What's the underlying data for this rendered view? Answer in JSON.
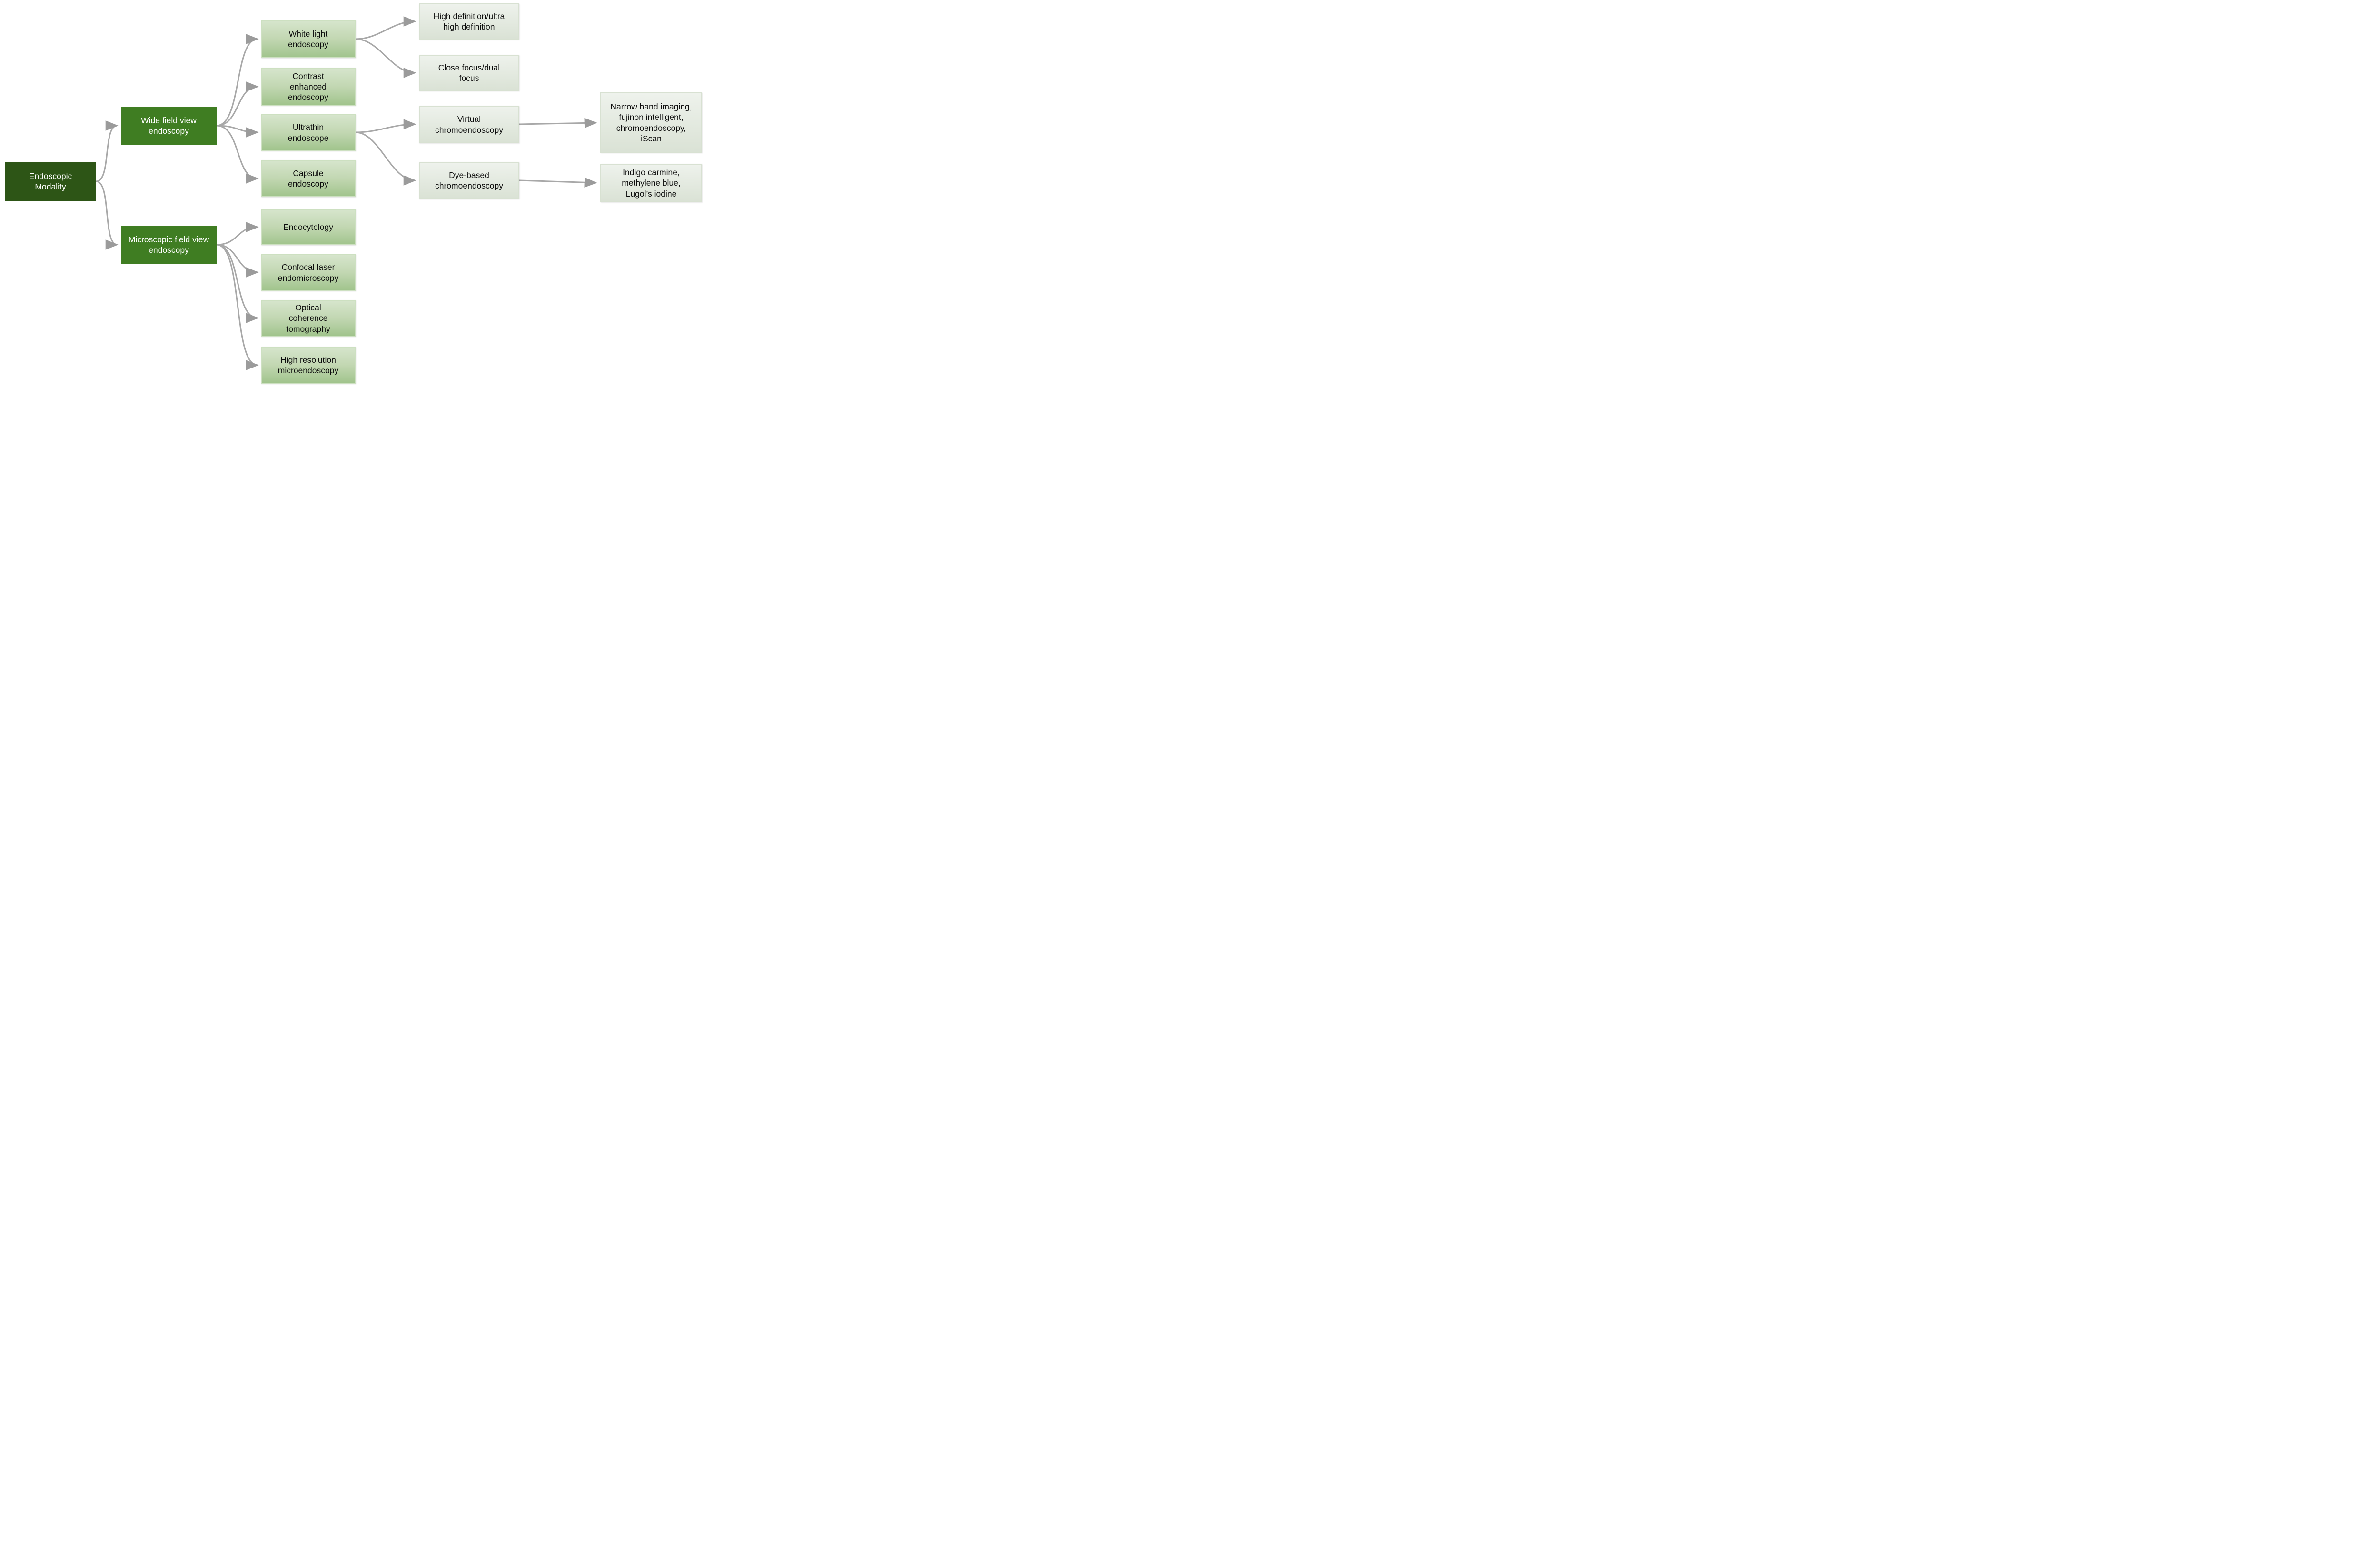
{
  "diagram": {
    "type": "flowchart-tree",
    "background": "#ffffff",
    "colors": {
      "root_box": "#2d5516",
      "branch_box": "#3f7d22",
      "leaf_box_top": "#d6e5cc",
      "leaf_box_bottom": "#a1c48d",
      "sub_leaf_box_top": "#eef2ec",
      "sub_leaf_box_bottom": "#dae2d5",
      "arrow": "#a8a8a8",
      "text_on_dark": "#ffffff",
      "text_on_light": "#0d0d0d"
    },
    "nodes": {
      "root": {
        "label": "Endoscopic Modality",
        "level": 1
      },
      "wide": {
        "label": "Wide field view endoscopy",
        "level": 2
      },
      "micro": {
        "label": "Microscopic field view endoscopy",
        "level": 2
      },
      "white": {
        "label": "White light endoscopy",
        "level": 3
      },
      "contrast": {
        "label": "Contrast enhanced endoscopy",
        "level": 3
      },
      "ultrathin": {
        "label": "Ultrathin endoscope",
        "level": 3
      },
      "capsule": {
        "label": "Capsule endoscopy",
        "level": 3
      },
      "endocytology": {
        "label": "Endocytology",
        "level": 3
      },
      "confocal": {
        "label": "Confocal laser endomicroscopy",
        "level": 3
      },
      "oct": {
        "label": "Optical coherence tomography",
        "level": 3
      },
      "hrme": {
        "label": "High resolution microendoscopy",
        "level": 3
      },
      "hd": {
        "label": "High definition/ultra high definition",
        "level": 4
      },
      "close": {
        "label": "Close focus/dual focus",
        "level": 4
      },
      "virtual": {
        "label": "Virtual chromoendoscopy",
        "level": 4
      },
      "dye": {
        "label": "Dye-based chromoendoscopy",
        "level": 4
      },
      "nbi": {
        "label": "Narrow band imaging, fujinon intelligent, chromoendoscopy, iScan",
        "level": 4
      },
      "indigo": {
        "label": "Indigo carmine, methylene blue, Lugol’s iodine",
        "level": 4
      }
    },
    "edges": [
      {
        "from": "root",
        "to": "wide"
      },
      {
        "from": "root",
        "to": "micro"
      },
      {
        "from": "wide",
        "to": "white"
      },
      {
        "from": "wide",
        "to": "contrast"
      },
      {
        "from": "wide",
        "to": "ultrathin"
      },
      {
        "from": "wide",
        "to": "capsule"
      },
      {
        "from": "micro",
        "to": "endocytology"
      },
      {
        "from": "micro",
        "to": "confocal"
      },
      {
        "from": "micro",
        "to": "oct"
      },
      {
        "from": "micro",
        "to": "hrme"
      },
      {
        "from": "white",
        "to": "hd"
      },
      {
        "from": "white",
        "to": "close"
      },
      {
        "from": "ultrathin",
        "to": "virtual"
      },
      {
        "from": "ultrathin",
        "to": "dye"
      },
      {
        "from": "virtual",
        "to": "nbi"
      },
      {
        "from": "dye",
        "to": "indigo"
      }
    ]
  }
}
